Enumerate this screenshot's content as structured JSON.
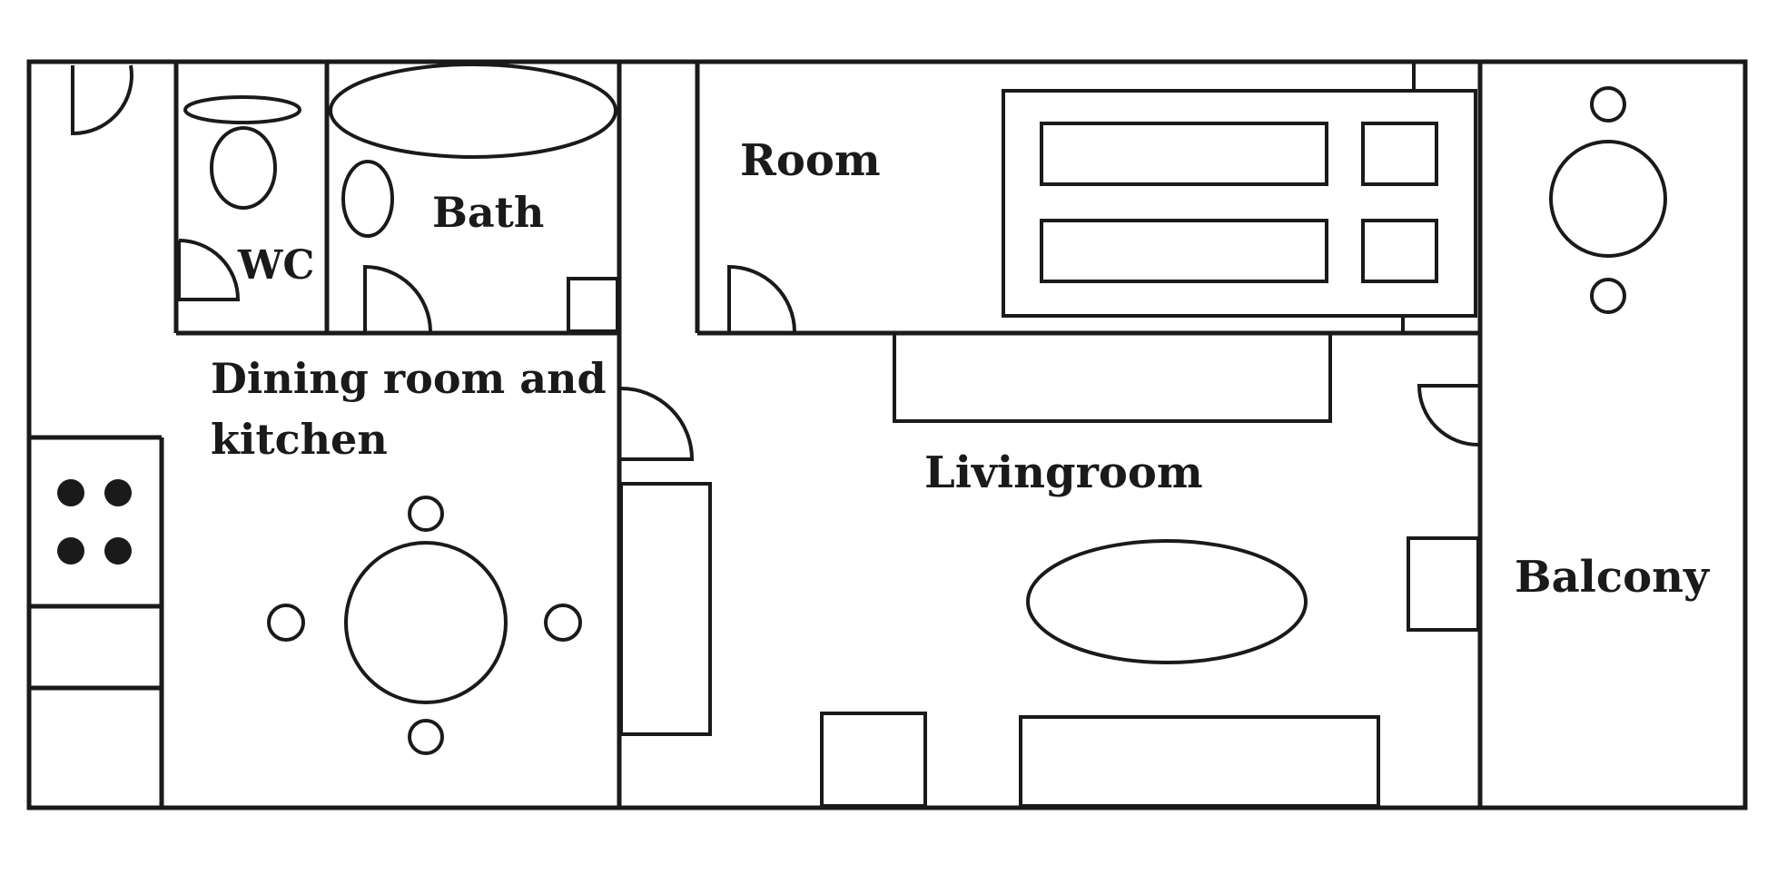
{
  "rooms": {
    "wc": "WC",
    "bath": "Bath",
    "room": "Room",
    "dining_line1": "Dining room and",
    "dining_line2": "kitchen",
    "livingroom": "Livingroom",
    "balcony": "Balcony"
  },
  "colors": {
    "line": "#1a1a1a",
    "background": "#ffffff"
  }
}
